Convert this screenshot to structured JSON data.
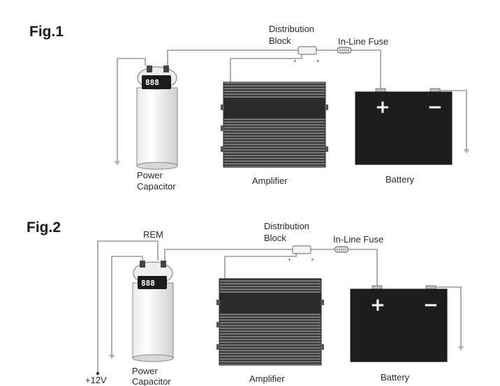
{
  "figures": [
    {
      "title": "Fig.1",
      "labels": {
        "distribution_block": [
          "Distribution",
          "Block"
        ],
        "fuse": "In-Line Fuse",
        "capacitor": [
          "Power",
          "Capacitor"
        ],
        "amplifier": "Amplifier",
        "battery": "Battery"
      },
      "capacitor_display": "888",
      "battery_plus": "+",
      "battery_minus": "−"
    },
    {
      "title": "Fig.2",
      "labels": {
        "rem": "REM",
        "distribution_block": [
          "Distribution",
          "Block"
        ],
        "fuse": "In-Line Fuse",
        "capacitor": [
          "Power",
          "Capacitor"
        ],
        "amplifier": "Amplifier",
        "battery": "Battery",
        "plus12v": "+12V"
      },
      "capacitor_display": "888",
      "battery_plus": "+",
      "battery_minus": "−"
    }
  ],
  "colors": {
    "wire": "#9a9a9a",
    "amplifier_dark": "#2b2b2b",
    "battery_body": "#1e1e1e"
  },
  "icons": [
    "ground-icon",
    "fuse-icon",
    "distribution-block-icon",
    "capacitor-display-icon"
  ]
}
